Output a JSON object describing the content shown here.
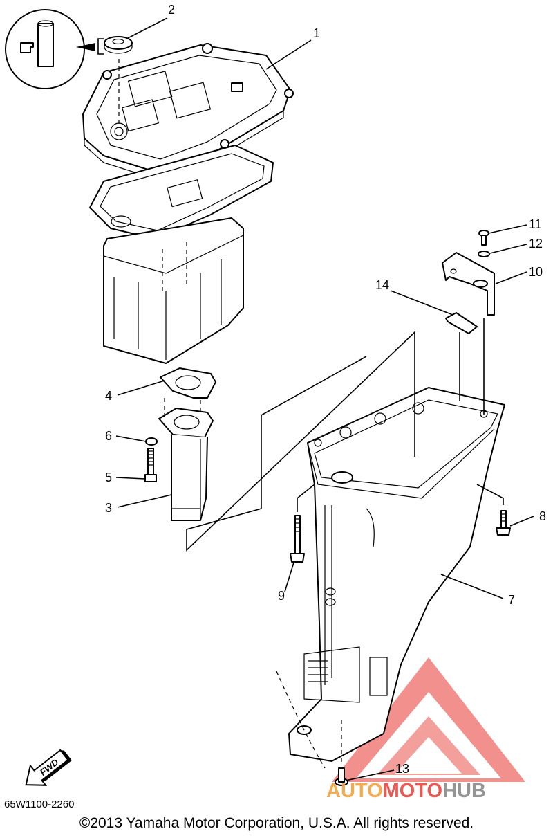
{
  "callouts": [
    {
      "id": "c1",
      "label": "1"
    },
    {
      "id": "c2",
      "label": "2"
    },
    {
      "id": "c3",
      "label": "3"
    },
    {
      "id": "c4",
      "label": "4"
    },
    {
      "id": "c5",
      "label": "5"
    },
    {
      "id": "c6",
      "label": "6"
    },
    {
      "id": "c7",
      "label": "7"
    },
    {
      "id": "c8",
      "label": "8"
    },
    {
      "id": "c9",
      "label": "9"
    },
    {
      "id": "c10",
      "label": "10"
    },
    {
      "id": "c11",
      "label": "11"
    },
    {
      "id": "c12",
      "label": "12"
    },
    {
      "id": "c13",
      "label": "13"
    },
    {
      "id": "c14",
      "label": "14"
    }
  ],
  "fwd_label": "FWD",
  "drawing_code": "65W1100-2260",
  "copyright": "©2013 Yamaha Motor Corporation, U.S.A. All rights reserved.",
  "watermark": {
    "brand_part1": "AUTO",
    "brand_part2": "MOTO",
    "brand_part3": "HUB",
    "color_red": "#e8463f",
    "color_orange": "#f2a33a",
    "color_gray": "#8a8a8a"
  }
}
